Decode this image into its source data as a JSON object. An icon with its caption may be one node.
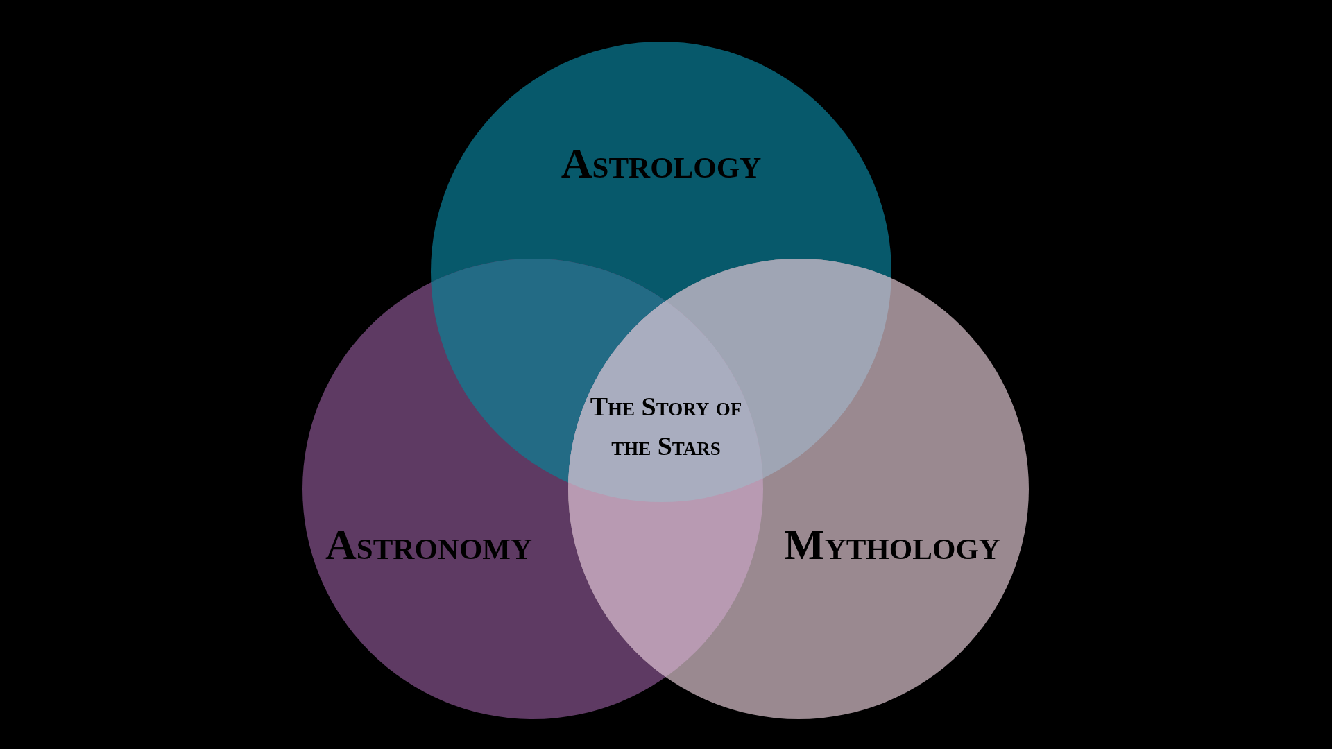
{
  "diagram": {
    "nodes": [
      {
        "text": [
          "Astrology"
        ]
      },
      {
        "text": [
          "Astronomy"
        ]
      },
      {
        "text": [
          "Mythology"
        ]
      }
    ],
    "labels": [
      "The Story of the Stars"
    ]
  }
}
